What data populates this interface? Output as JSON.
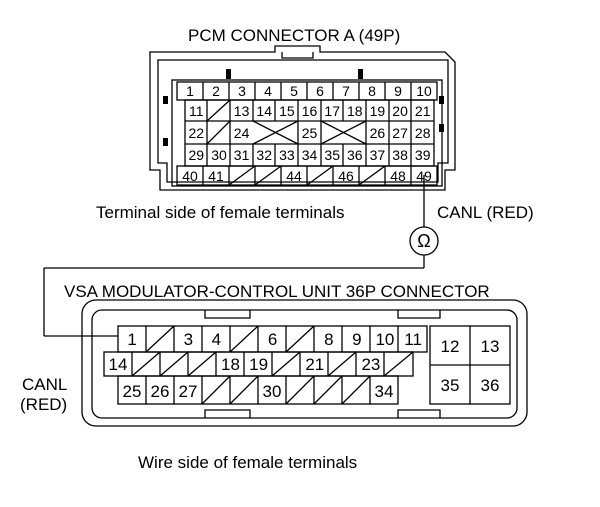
{
  "pcm_connector": {
    "title": "PCM CONNECTOR A (49P)",
    "caption": "Terminal side of female terminals",
    "rows": [
      [
        "1",
        "2",
        "3",
        "4",
        "5",
        "6",
        "7",
        "8",
        "9",
        "10"
      ],
      [
        "11",
        "",
        "13",
        "14",
        "15",
        "16",
        "17",
        "18",
        "19",
        "20",
        "21"
      ],
      [
        "22",
        "",
        "24",
        "",
        "",
        "25",
        "",
        "",
        "26",
        "27",
        "28"
      ],
      [
        "29",
        "30",
        "31",
        "32",
        "33",
        "34",
        "35",
        "36",
        "37",
        "38",
        "39"
      ],
      [
        "40",
        "41",
        "",
        "",
        "44",
        "",
        "46",
        "",
        "48",
        "49"
      ]
    ]
  },
  "meter": {
    "symbol": "Ω",
    "probe_label": "CANL (RED)"
  },
  "vsa_connector": {
    "title": "VSA MODULATOR-CONTROL UNIT 36P CONNECTOR",
    "caption": "Wire side of female terminals",
    "side_label_line1": "CANL",
    "side_label_line2": "(RED)",
    "rows": [
      [
        "1",
        "",
        "3",
        "4",
        "",
        "6",
        "",
        "8",
        "9",
        "10",
        "11"
      ],
      [
        "14",
        "",
        "",
        "",
        "18",
        "19",
        "",
        "21",
        "",
        "23",
        ""
      ],
      [
        "25",
        "26",
        "27",
        "",
        "",
        "30",
        "",
        "",
        "",
        "34",
        ""
      ]
    ],
    "right_block": [
      "12",
      "13",
      "35",
      "36"
    ]
  }
}
